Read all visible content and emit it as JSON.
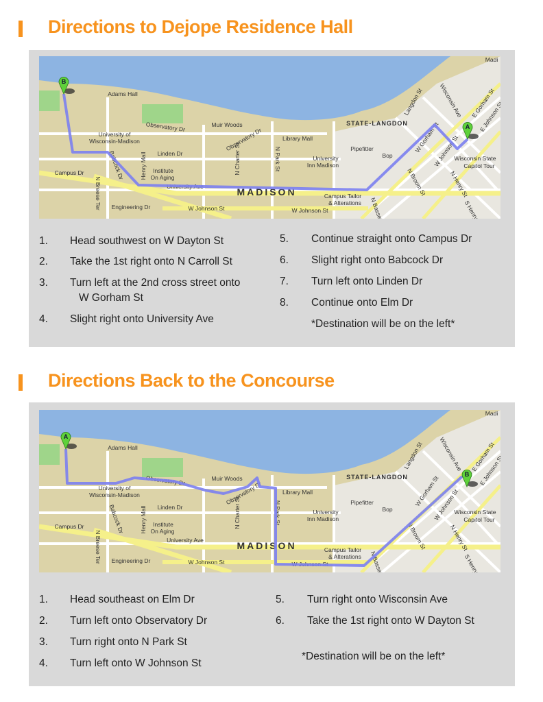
{
  "section1": {
    "title": "Directions to Dejope Residence Hall",
    "steps": [
      {
        "n": "1.",
        "text": "Head southwest on W Dayton St"
      },
      {
        "n": "2.",
        "text": "Take the 1st right onto N Carroll St"
      },
      {
        "n": "3.",
        "text": "Turn left at the 2nd cross street onto",
        "text2": "W Gorham St"
      },
      {
        "n": "4.",
        "text": "Slight right onto University Ave"
      },
      {
        "n": "5.",
        "text": "Continue straight onto Campus Dr"
      },
      {
        "n": "6.",
        "text": "Slight right onto Babcock Dr"
      },
      {
        "n": "7.",
        "text": "Turn left onto Linden Dr"
      },
      {
        "n": "8.",
        "text": "Continue onto Elm Dr"
      }
    ],
    "note": "*Destination will be on the left*",
    "start_marker": "A",
    "end_marker": "B"
  },
  "section2": {
    "title": "Directions Back to the Concourse",
    "steps": [
      {
        "n": "1.",
        "text": "Head southeast on Elm Dr"
      },
      {
        "n": "2.",
        "text": "Turn left onto Observatory Dr"
      },
      {
        "n": "3.",
        "text": "Turn right onto N Park St"
      },
      {
        "n": "4.",
        "text": "Turn left onto W Johnson St"
      },
      {
        "n": "5.",
        "text": "Turn right onto Wisconsin Ave"
      },
      {
        "n": "6.",
        "text": "Take the 1st right onto W Dayton St"
      }
    ],
    "note": "*Destination will be on the left*",
    "start_marker": "A",
    "end_marker": "B"
  },
  "map_labels": [
    "Adams Hall",
    "University of",
    "Wisconsin-Madison",
    "Observatory Dr",
    "Muir Woods",
    "Observatory Dr",
    "Library Mall",
    "Linden Dr",
    "Institute",
    "On Aging",
    "Campus Dr",
    "University Ave",
    "MADISON",
    "Engineering Dr",
    "W Johnson St",
    "W Johnson St",
    "Campus Tailor",
    "& Alterations",
    "STATE-LANGDON",
    "Pipefitter",
    "University",
    "Inn Madison",
    "Bop",
    "Wisconsin State",
    "Capitol Tour",
    "W Gorham St",
    "W Johnson St",
    "E Gorham St",
    "E Johnson St",
    "N Broom St",
    "N Henry St",
    "Langdon St",
    "Wisconsin Ave",
    "N Park St",
    "N Charter St",
    "Henry Mall",
    "Babcock Dr",
    "N Breese Ter",
    "S Henry",
    "N Bassett",
    "Madi"
  ],
  "colors": {
    "accent": "#f7931e",
    "route": "#7b7ff0",
    "marker": "#5fd13a",
    "lake": "#8db4e2"
  }
}
